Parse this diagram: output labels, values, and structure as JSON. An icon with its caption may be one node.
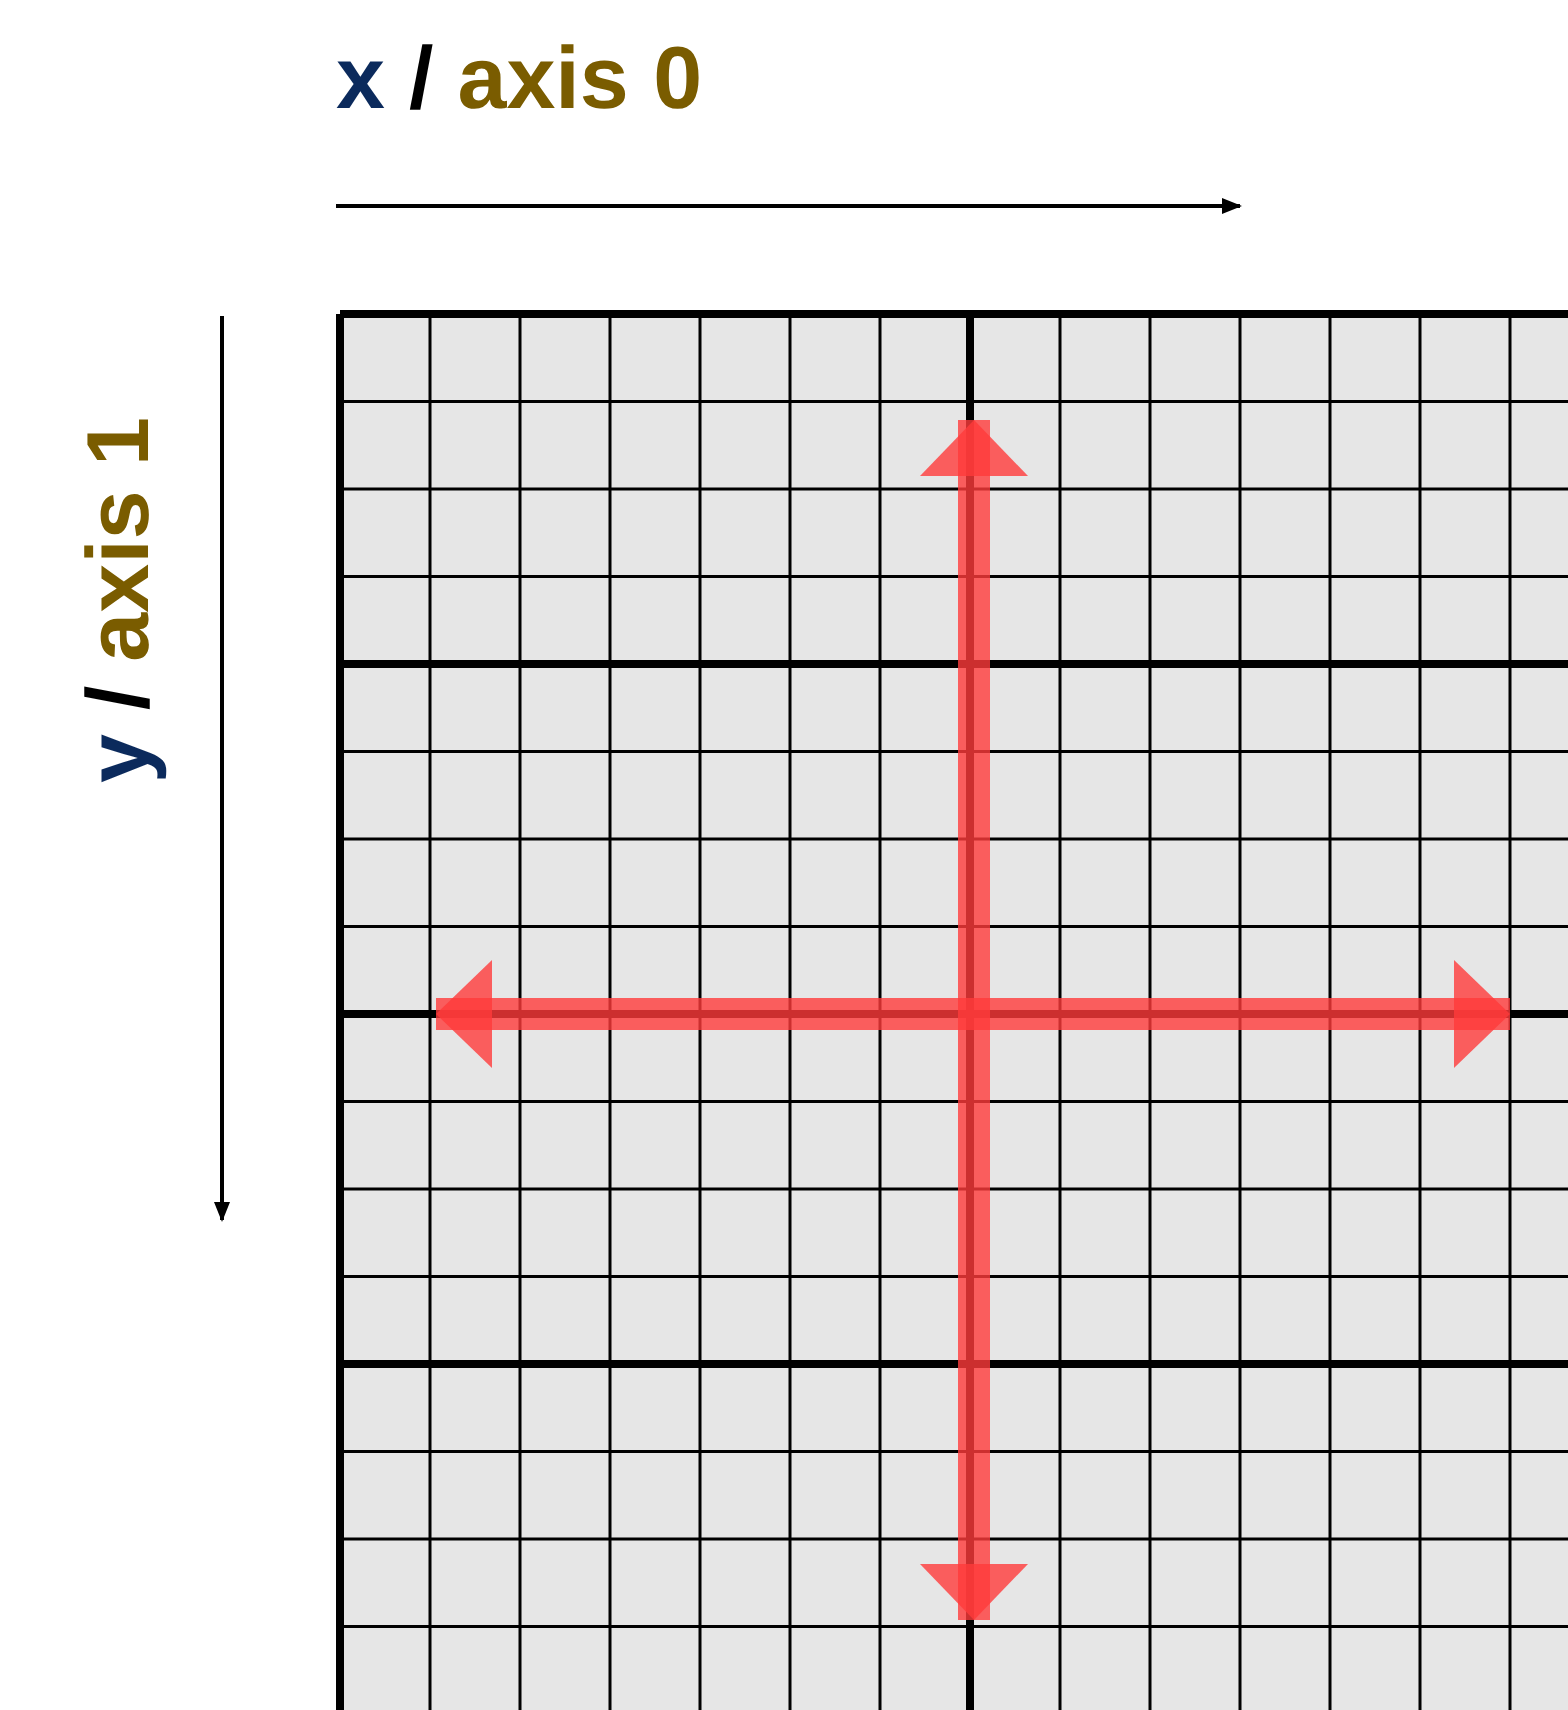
{
  "diagram": {
    "labels": [
      "x",
      "/",
      "axis 0",
      "y",
      "/",
      "axis 1"
    ]
  }
}
